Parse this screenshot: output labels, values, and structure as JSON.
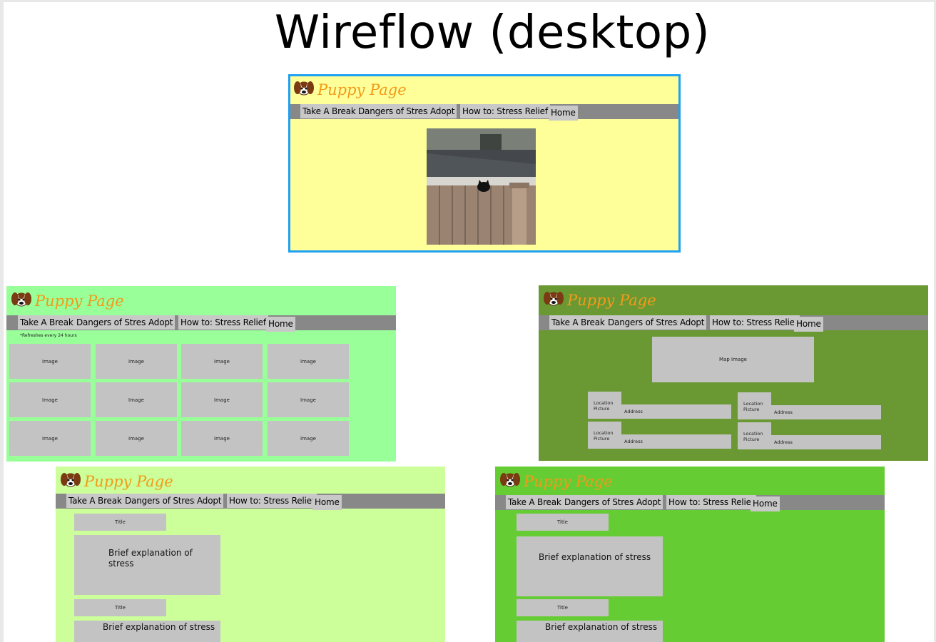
{
  "title": "Wireflow (desktop)",
  "brand": "Puppy Page",
  "nav": [
    "Take A Break",
    "Dangers of Stress",
    "Adopt",
    "How to: Stress Relief",
    "Home"
  ],
  "colors": {
    "home_bg": "#ffff99",
    "gallery_bg": "#99ff99",
    "adopt_bg": "#6a9933",
    "dangers_bg": "#ccff99",
    "relief_bg": "#66cc33",
    "highlight_border": "#1ea1f2",
    "brand": "#f29a1a",
    "nav_bar": "#888888",
    "placeholder": "#c3c3c3"
  },
  "gallery": {
    "note": "*Refreshes every 24 hours",
    "image_label": "Image"
  },
  "adopt": {
    "map_label": "Map Image",
    "location_picture": "Location Picture",
    "address": "Address"
  },
  "articles": {
    "title_label": "Title",
    "explanation": "Brief explanation of stress"
  }
}
